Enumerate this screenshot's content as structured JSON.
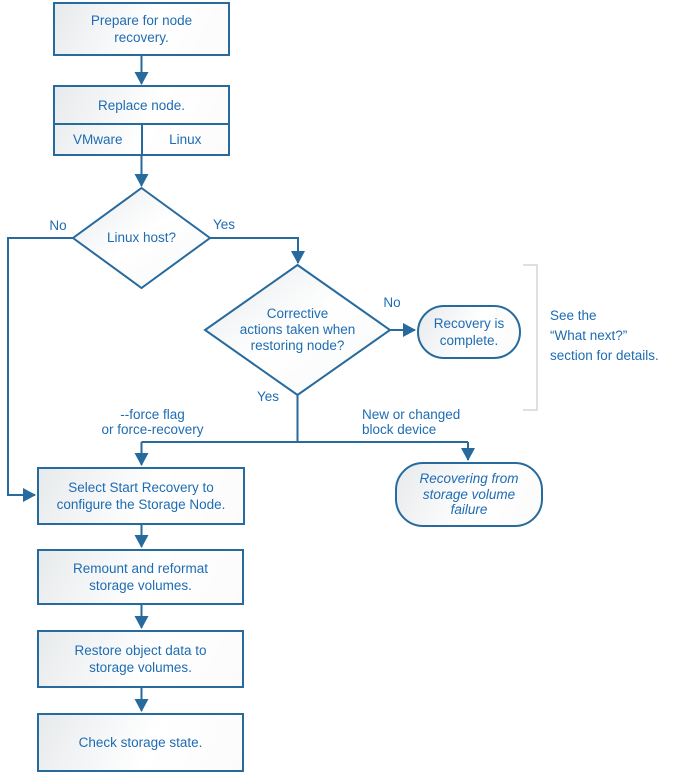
{
  "colors": {
    "line": "#276a9d",
    "text": "#1e6cb3",
    "bracket": "#d6d6d6",
    "shape_fill_edge": "#e7eaec",
    "shape_fill_center": "#ffffff"
  },
  "nodes": {
    "prepare": {
      "lines": [
        "Prepare for node",
        "recovery."
      ]
    },
    "replace": {
      "title": "Replace node.",
      "cells": [
        "VMware",
        "Linux"
      ]
    },
    "linux_host": {
      "label": "Linux host?"
    },
    "corrective": {
      "lines": [
        "Corrective",
        "actions taken when",
        "restoring node?"
      ]
    },
    "recovery_complete": {
      "lines": [
        "Recovery is",
        "complete."
      ]
    },
    "select_recovery": {
      "lines": [
        "Select Start Recovery to",
        "configure the Storage Node."
      ]
    },
    "recovering_volume": {
      "lines": [
        "Recovering from",
        "storage volume",
        "failure"
      ]
    },
    "remount": {
      "lines": [
        "Remount and reformat",
        "storage volumes."
      ]
    },
    "restore": {
      "lines": [
        "Restore object data to",
        "storage volumes."
      ]
    },
    "check": {
      "label": "Check storage state."
    }
  },
  "edge_labels": {
    "no_linux": "No",
    "yes_linux": "Yes",
    "no_corrective": "No",
    "yes_corrective": "Yes",
    "force": [
      "--force flag",
      "or force-recovery"
    ],
    "block_device": [
      "New or changed",
      "block device"
    ]
  },
  "side_note": {
    "lines": [
      "See the",
      "“What next?”",
      "section for details."
    ]
  }
}
